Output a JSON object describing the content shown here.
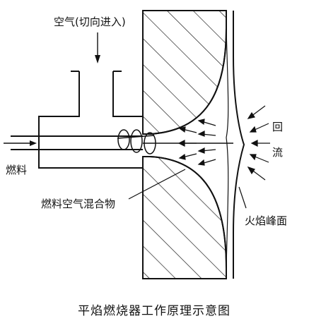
{
  "labels": {
    "air_inlet": "空气(切向进入)",
    "fuel": "燃料",
    "mixture": "燃料空气混合物",
    "flame_front": "火焰峰面",
    "recirculation": "回\n流"
  },
  "recirculation_lines": [
    "回",
    "流"
  ],
  "caption": "平焰燃烧器工作原理示意图"
}
